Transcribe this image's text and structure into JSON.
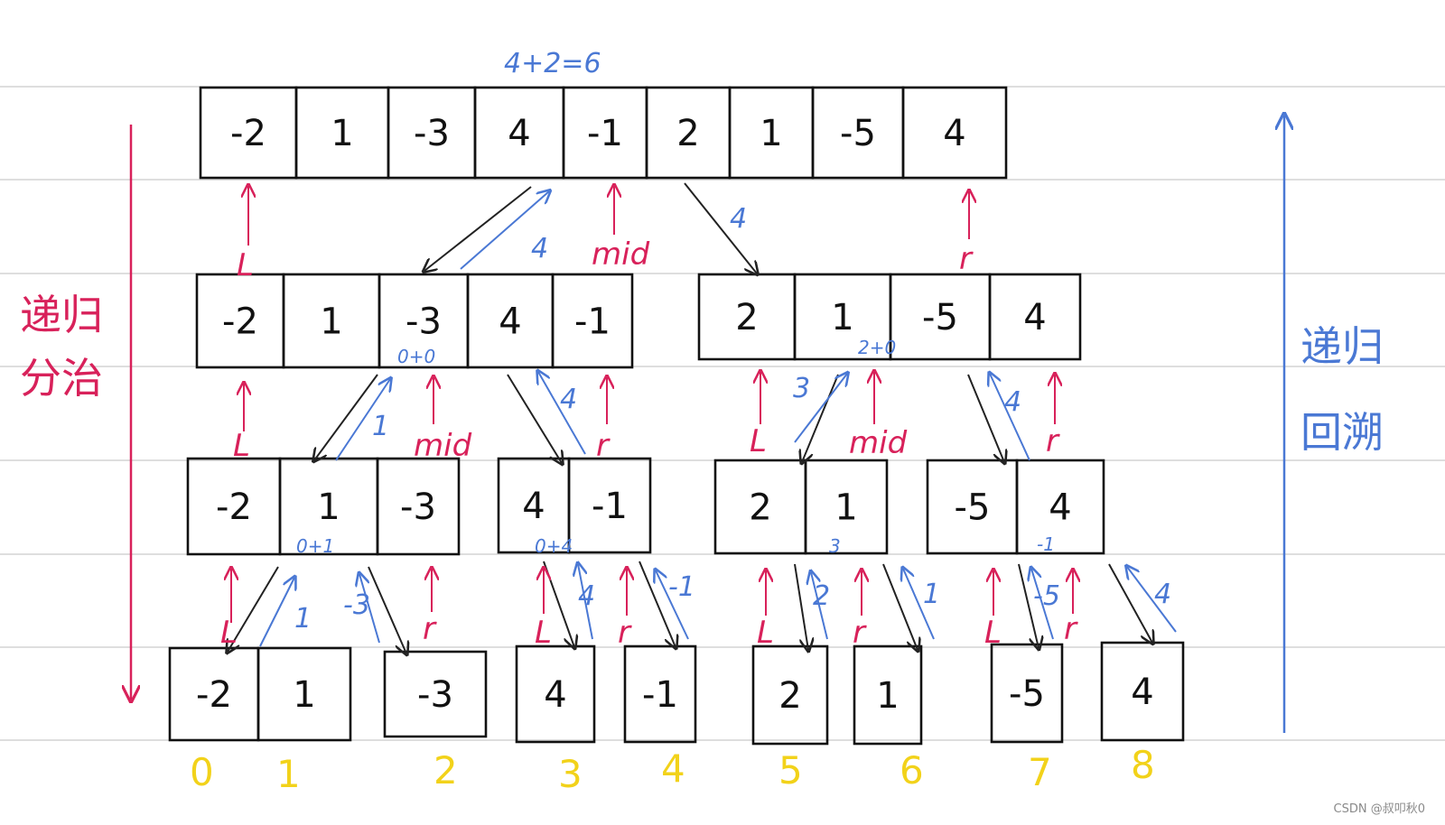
{
  "top_sum": "4+2=6",
  "arrays": {
    "root": [
      "-2",
      "1",
      "-3",
      "4",
      "-1",
      "2",
      "1",
      "-5",
      "4"
    ],
    "left": [
      "-2",
      "1",
      "-3",
      "4",
      "-1"
    ],
    "right": [
      "2",
      "1",
      "-5",
      "4"
    ],
    "ll": [
      "-2",
      "1",
      "-3"
    ],
    "lr": [
      "4",
      "-1"
    ],
    "rl": [
      "2",
      "1"
    ],
    "rr": [
      "-5",
      "4"
    ],
    "leaf01": [
      "-2",
      "1"
    ],
    "leaf2": [
      "-3"
    ],
    "leaf3": [
      "4"
    ],
    "leaf4": [
      "-1"
    ],
    "leaf5": [
      "2"
    ],
    "leaf6": [
      "1"
    ],
    "leaf7": [
      "-5"
    ],
    "leaf8": [
      "4"
    ]
  },
  "pointer_labels": {
    "l": "L",
    "mid": "mid",
    "r": "r"
  },
  "return_labels": {
    "root_left": "4",
    "root_right": "4",
    "left_left": "1",
    "left_right": "4",
    "right_left": "3",
    "right_right": "4",
    "ll_left": "1",
    "ll_right": "-3",
    "lr_left": "4",
    "lr_right": "-1",
    "rl_left": "2",
    "rl_right": "1",
    "rr_left": "-5",
    "rr_right": "4"
  },
  "cross_labels": {
    "left_cross": "0+0",
    "right_cross": "2+0",
    "ll_cross": "0+1",
    "lr_cross": "0+4",
    "rl_cross": "3",
    "rr_cross": "-1"
  },
  "indices": [
    "0",
    "1",
    "2",
    "3",
    "4",
    "5",
    "6",
    "7",
    "8"
  ],
  "side_left": [
    "递归",
    "分治"
  ],
  "side_right": [
    "递归",
    "回溯"
  ],
  "watermark": "CSDN @叔叩秋0"
}
